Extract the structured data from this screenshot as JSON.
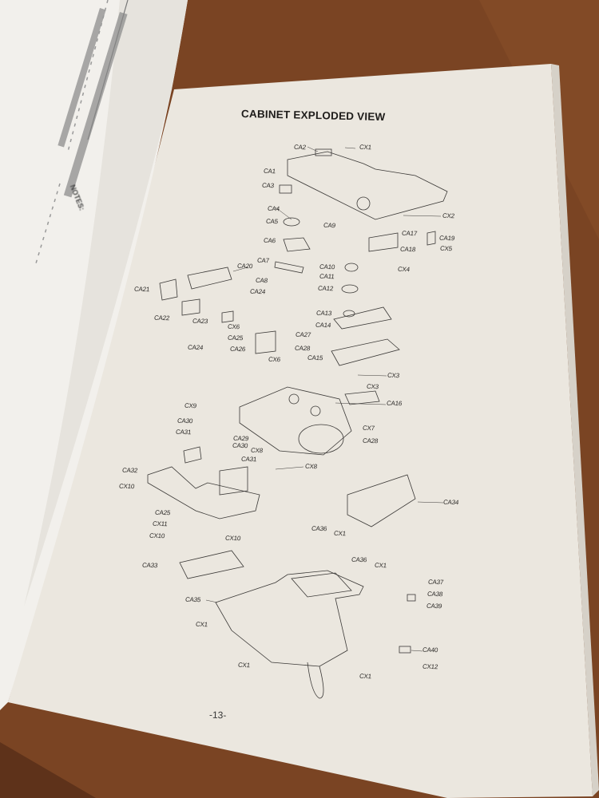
{
  "page": {
    "title": "CABINET EXPLODED VIEW",
    "page_number": "-13-",
    "left_page_notes_heading": "NOTES:"
  },
  "callouts": [
    "CA2",
    "CX1",
    "CA1",
    "CA3",
    "CA4",
    "CA5",
    "CA6",
    "CA7",
    "CA8",
    "CA9",
    "CX2",
    "CA17",
    "CA19",
    "CA18",
    "CX5",
    "CX4",
    "CA10",
    "CA11",
    "CA12",
    "CA20",
    "CA21",
    "CA24",
    "CA22",
    "CA23",
    "CX6",
    "CA25",
    "CA26",
    "CA27",
    "CA28",
    "CA24",
    "CX6",
    "CA13",
    "CA14",
    "CA15",
    "CX3",
    "CX3",
    "CA16",
    "CX9",
    "CA30",
    "CA31",
    "CA29",
    "CA30",
    "CA31",
    "CX8",
    "CX7",
    "CA28",
    "CX8",
    "CA32",
    "CX10",
    "CA25",
    "CX11",
    "CX10",
    "CX10",
    "CA34",
    "CA36",
    "CX1",
    "CA33",
    "CA36",
    "CX1",
    "CA37",
    "CA38",
    "CA39",
    "CA35",
    "CX1",
    "CA40",
    "CX12",
    "CX1",
    "CX1"
  ]
}
